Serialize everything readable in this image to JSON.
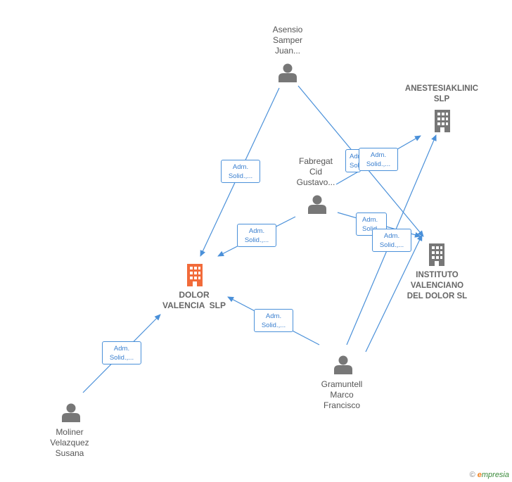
{
  "nodes": {
    "asensio": {
      "label": [
        "Asensio",
        "Samper",
        "Juan..."
      ]
    },
    "fabregat": {
      "label": [
        "Fabregat",
        "Cid",
        "Gustavo..."
      ]
    },
    "anestesiaklinic": {
      "label": [
        "ANESTESIAKLINIC",
        "SLP"
      ]
    },
    "instituto": {
      "label": [
        "INSTITUTO",
        "VALENCIANO",
        "DEL DOLOR SL"
      ]
    },
    "dolor": {
      "label": [
        "DOLOR",
        "VALENCIA  SLP"
      ]
    },
    "gramuntell": {
      "label": [
        "Gramuntell",
        "Marco",
        "Francisco"
      ]
    },
    "moliner": {
      "label": [
        "Moliner",
        "Velazquez",
        "Susana"
      ]
    }
  },
  "edge_label": [
    "Adm.",
    "Solid.,..."
  ],
  "colors": {
    "person": "#777777",
    "company": "#777777",
    "main_company": "#f26b3a",
    "edge": "#4a90d9"
  },
  "footer": {
    "copyright": "©",
    "brand_e": "e",
    "brand_rest": "mpresia"
  }
}
